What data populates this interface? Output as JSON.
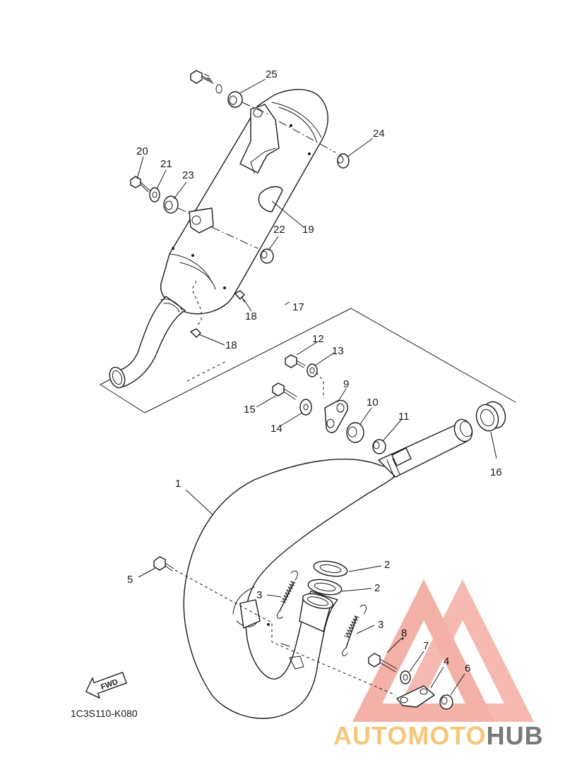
{
  "diagram": {
    "code": "1C3S110-K080",
    "fwd_label": "FWD",
    "callouts": {
      "c1": "1",
      "c2a": "2",
      "c2b": "2",
      "c3a": "3",
      "c3b": "3",
      "c4": "4",
      "c5": "5",
      "c6": "6",
      "c7": "7",
      "c8": "8",
      "c9": "9",
      "c10": "10",
      "c11": "11",
      "c12": "12",
      "c13": "13",
      "c14": "14",
      "c15": "15",
      "c16": "16",
      "c17": "17",
      "c18a": "18",
      "c18b": "18",
      "c19": "19",
      "c20": "20",
      "c21": "21",
      "c22": "22",
      "c23": "23",
      "c24": "24",
      "c25": "25"
    }
  },
  "watermark": {
    "part1": "AUTOMOTO",
    "part2": "HUB",
    "color_primary": "#f08a7e",
    "color_secondary": "#f5c26b",
    "color_dark": "#555555"
  }
}
